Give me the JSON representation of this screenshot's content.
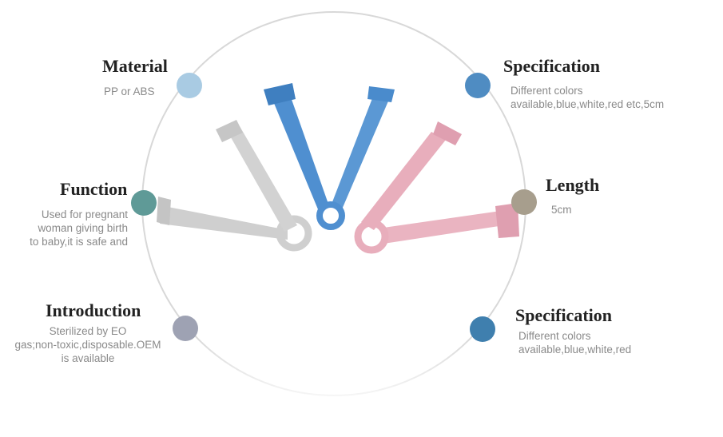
{
  "features": {
    "material": {
      "title": "Material",
      "text": "PP or ABS",
      "color": "#a9cbe3"
    },
    "function": {
      "title": "Function",
      "line1": "Used for pregnant",
      "line2": "woman giving birth",
      "line3": "to baby,it is safe and",
      "color": "#5f9a97"
    },
    "introduction": {
      "title": "Introduction",
      "line1": "Sterilized by EO",
      "line2": "gas;non-toxic,disposable.OEM",
      "line3": "is available",
      "color": "#9ea2b3"
    },
    "specification_top": {
      "title": "Specification",
      "line1": "Different colors",
      "line2": "available,blue,white,red etc,5cm",
      "color": "#4f8cc2"
    },
    "length": {
      "title": "Length",
      "text": "5cm",
      "color": "#a79e8d"
    },
    "specification_bottom": {
      "title": "Specification",
      "line1": "Different colors",
      "line2": "available,blue,white,red",
      "color": "#3f7fae"
    }
  },
  "colors": {
    "ring": "#d6d6d6",
    "clamp_white": "#cfcfcf",
    "clamp_blue": "#4f8fd0",
    "clamp_pink": "#e8aebc"
  }
}
